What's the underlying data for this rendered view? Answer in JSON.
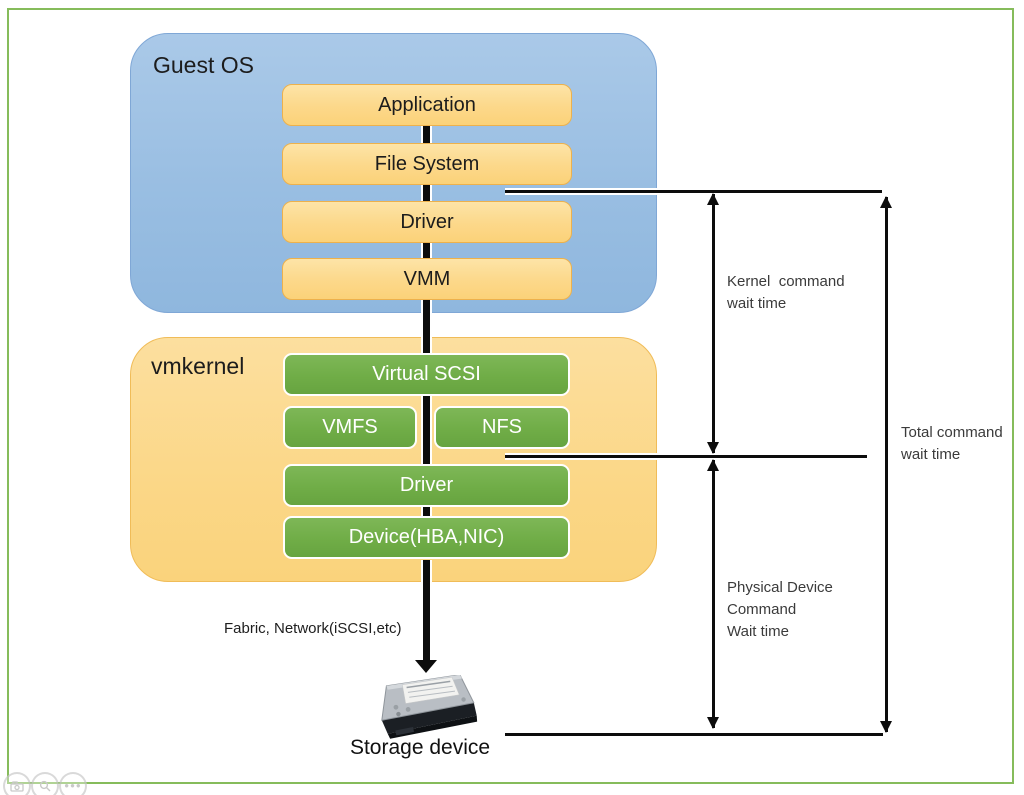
{
  "guest_os": {
    "label": "Guest OS",
    "boxes": [
      "Application",
      "File System",
      "Driver",
      "VMM"
    ]
  },
  "vmkernel": {
    "label": "vmkernel",
    "virtual_scsi": "Virtual SCSI",
    "vmfs": "VMFS",
    "nfs": "NFS",
    "driver": "Driver",
    "device": "Device(HBA,NIC)"
  },
  "labels": {
    "fabric": "Fabric, Network(iSCSI,etc)",
    "storage": "Storage device"
  },
  "annotations": {
    "kernel_wait": "Kernel  command\nwait time",
    "total_wait": "Total command\nwait time",
    "physical_wait": "Physical Device\nCommand\nWait time"
  },
  "colors": {
    "frame_green": "#86bc5b",
    "guest_os_blue": "#9fc2e5",
    "vmkernel_orange": "#fbd787",
    "stack_box_orange": "#fcd88a",
    "green_box": "#70ad47",
    "line_black": "#0c0c0c",
    "note_text": "#3b3b3b"
  },
  "overlay": {
    "icons": [
      {
        "name": "camera-icon"
      },
      {
        "name": "search-icon"
      },
      {
        "name": "more-icon"
      }
    ]
  }
}
